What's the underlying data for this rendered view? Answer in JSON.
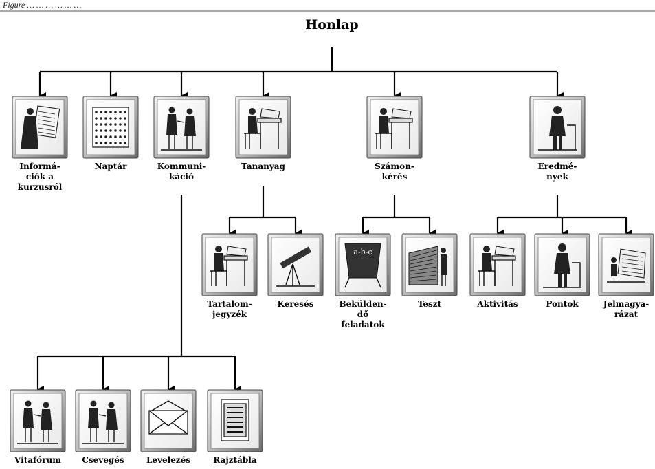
{
  "header_text": "Figure … … … … … …",
  "root": {
    "label": "Honlap"
  },
  "nodes": [
    {
      "id": "info",
      "label_lines": [
        "Informá-",
        "ciók a",
        "kurzusról"
      ],
      "icon": "woman-reading-newspaper-icon"
    },
    {
      "id": "naptar",
      "label_lines": [
        "Naptár"
      ],
      "icon": "calendar-grid-icon"
    },
    {
      "id": "kommunikacio",
      "label_lines": [
        "Kommuni-",
        "káció"
      ],
      "icon": "people-talking-icon"
    },
    {
      "id": "tananyag",
      "label_lines": [
        "Tananyag"
      ],
      "icon": "man-reading-at-desk-icon"
    },
    {
      "id": "szamonkeres",
      "label_lines": [
        "Számon-",
        "kérés"
      ],
      "icon": "man-writing-at-desk-icon"
    },
    {
      "id": "eredmenyek",
      "label_lines": [
        "Eredmé-",
        "nyek"
      ],
      "icon": "standing-gentleman-icon"
    },
    {
      "id": "tartalomjegyzek",
      "label_lines": [
        "Tartalom-",
        "jegyzék"
      ],
      "icon": "man-reading-at-desk-icon"
    },
    {
      "id": "kereses",
      "label_lines": [
        "Keresés"
      ],
      "icon": "telescope-icon"
    },
    {
      "id": "bekuldendo",
      "label_lines": [
        "Bekülden-",
        "dő",
        "feladatok"
      ],
      "icon": "blackboard-abc-icon"
    },
    {
      "id": "teszt",
      "label_lines": [
        "Teszt"
      ],
      "icon": "man-at-blackboard-icon"
    },
    {
      "id": "aktivitas",
      "label_lines": [
        "Aktivitás"
      ],
      "icon": "man-writing-at-desk-icon"
    },
    {
      "id": "pontok",
      "label_lines": [
        "Pontok"
      ],
      "icon": "standing-gentleman-icon"
    },
    {
      "id": "jelmagyarazat",
      "label_lines": [
        "Jelmagya-",
        "rázat"
      ],
      "icon": "man-reading-map-icon"
    },
    {
      "id": "vitaforum",
      "label_lines": [
        "Vitafórum"
      ],
      "icon": "people-debating-icon"
    },
    {
      "id": "csevegés",
      "label_lines": [
        "Csevegés"
      ],
      "icon": "couple-chatting-icon"
    },
    {
      "id": "levelezes",
      "label_lines": [
        "Levelezés"
      ],
      "icon": "envelope-icon"
    },
    {
      "id": "rajztabla",
      "label_lines": [
        "Rajztábla"
      ],
      "icon": "drawing-board-icon"
    }
  ],
  "edges": [
    [
      "root",
      "info"
    ],
    [
      "root",
      "naptar"
    ],
    [
      "root",
      "kommunikacio"
    ],
    [
      "root",
      "tananyag"
    ],
    [
      "root",
      "szamonkeres"
    ],
    [
      "root",
      "eredmenyek"
    ],
    [
      "tananyag",
      "tartalomjegyzek"
    ],
    [
      "tananyag",
      "kereses"
    ],
    [
      "szamonkeres",
      "bekuldendo"
    ],
    [
      "szamonkeres",
      "teszt"
    ],
    [
      "eredmenyek",
      "aktivitas"
    ],
    [
      "eredmenyek",
      "pontok"
    ],
    [
      "eredmenyek",
      "jelmagyarazat"
    ],
    [
      "kommunikacio",
      "vitaforum"
    ],
    [
      "kommunikacio",
      "csevegés"
    ],
    [
      "kommunikacio",
      "levelezes"
    ],
    [
      "kommunikacio",
      "rajztabla"
    ]
  ]
}
